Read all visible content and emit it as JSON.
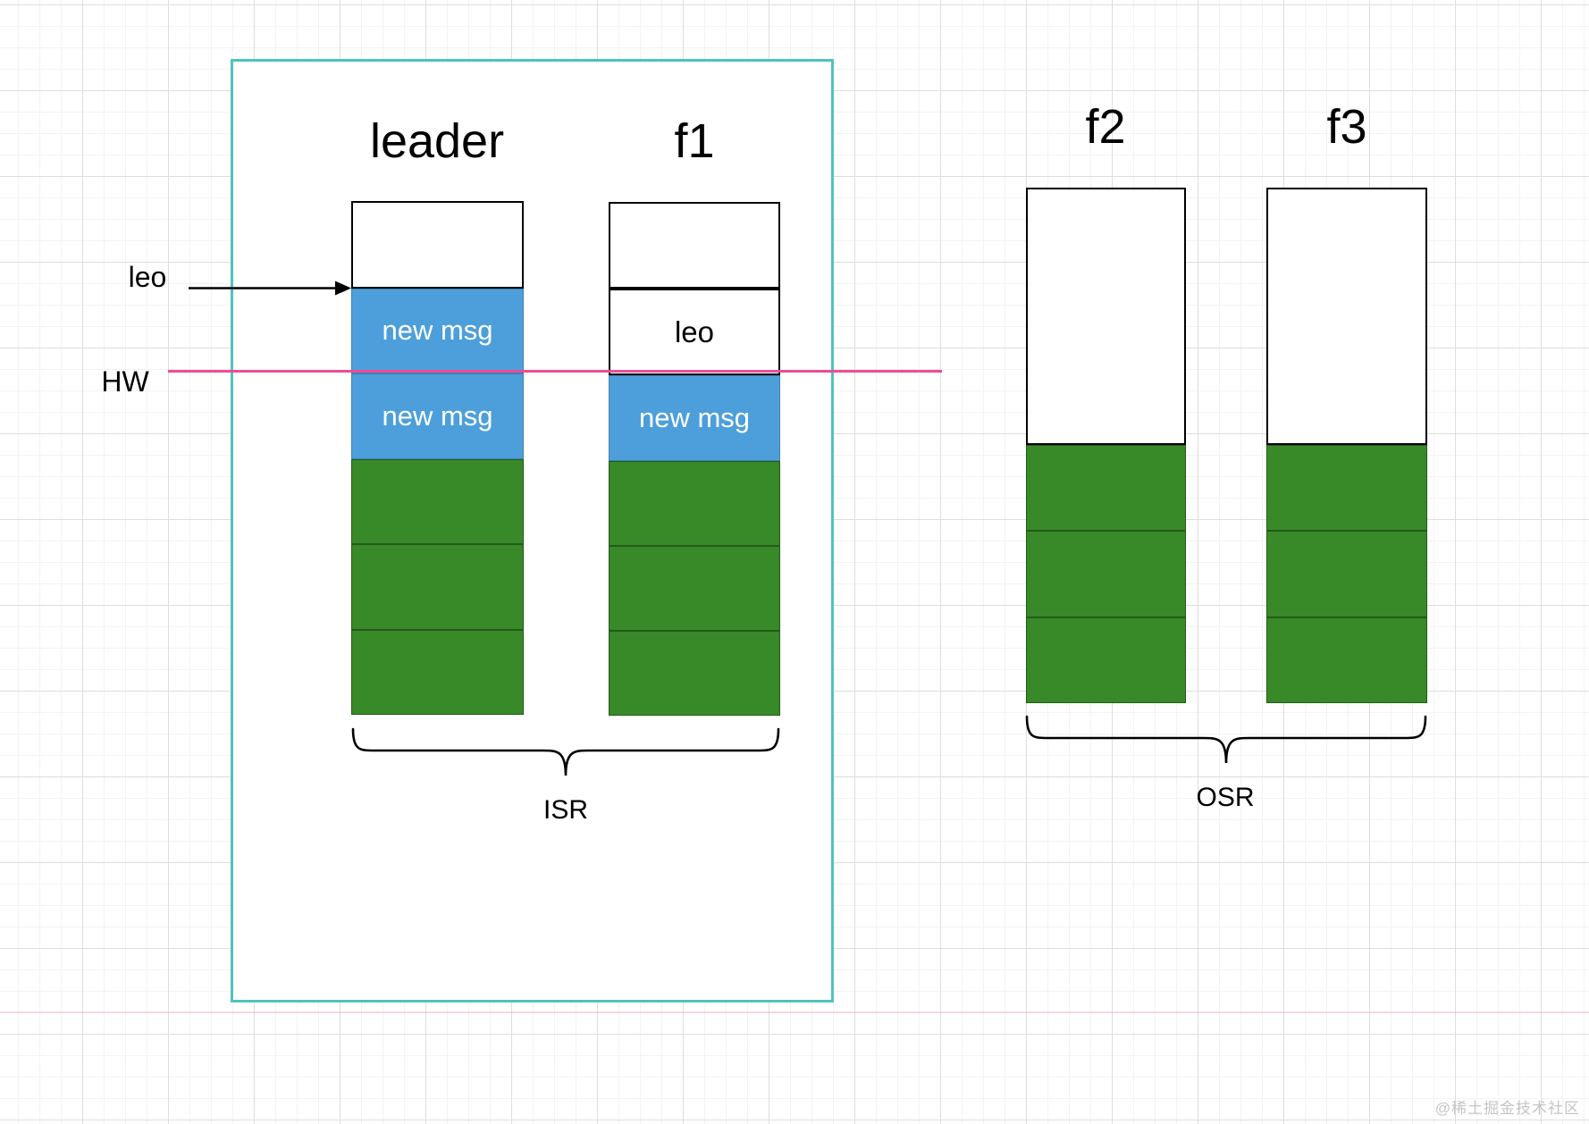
{
  "diagram": {
    "columns": [
      {
        "id": "leader",
        "title": "leader",
        "segments": [
          {
            "type": "empty",
            "slots": 1
          },
          {
            "type": "new",
            "slots": 1,
            "label": "new msg"
          },
          {
            "type": "new",
            "slots": 1,
            "label": "new msg"
          },
          {
            "type": "committed",
            "slots": 1
          },
          {
            "type": "committed",
            "slots": 1
          },
          {
            "type": "committed",
            "slots": 1
          }
        ]
      },
      {
        "id": "f1",
        "title": "f1",
        "segments": [
          {
            "type": "empty",
            "slots": 1
          },
          {
            "type": "empty",
            "slots": 1,
            "label": "leo"
          },
          {
            "type": "new",
            "slots": 1,
            "label": "new msg"
          },
          {
            "type": "committed",
            "slots": 1
          },
          {
            "type": "committed",
            "slots": 1
          },
          {
            "type": "committed",
            "slots": 1
          }
        ]
      },
      {
        "id": "f2",
        "title": "f2",
        "segments": [
          {
            "type": "empty",
            "slots": 3
          },
          {
            "type": "committed",
            "slots": 1
          },
          {
            "type": "committed",
            "slots": 1
          },
          {
            "type": "committed",
            "slots": 1
          }
        ]
      },
      {
        "id": "f3",
        "title": "f3",
        "segments": [
          {
            "type": "empty",
            "slots": 3
          },
          {
            "type": "committed",
            "slots": 1
          },
          {
            "type": "committed",
            "slots": 1
          },
          {
            "type": "committed",
            "slots": 1
          }
        ]
      }
    ],
    "annotations": {
      "leo_pointer": "leo",
      "hw_label": "HW",
      "isr_label": "ISR",
      "osr_label": "OSR"
    },
    "colors": {
      "new_msg_fill": "#4d9fdb",
      "committed_fill": "#388a28",
      "hw_line": "#f04a9a",
      "isr_box_border": "#4fc3bf"
    },
    "watermark": "@稀土掘金技术社区"
  }
}
